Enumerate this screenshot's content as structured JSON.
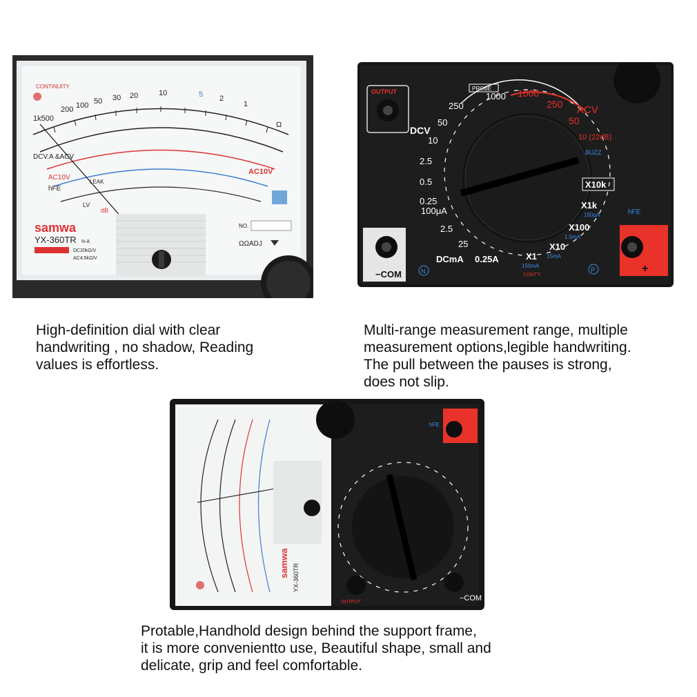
{
  "photo1": {
    "continuity": "CONTINUITY",
    "scale_top": [
      "1k500",
      "200",
      "100",
      "50",
      "30",
      "20",
      "10",
      "5",
      "2",
      "1",
      "Ω"
    ],
    "dcv_label": "DCV.A\n&ACV",
    "ac10v": "AC10V",
    "hfe": "hFE",
    "leak": "LEAK",
    "lv": "LV",
    "db": "dB",
    "brand": "samwa",
    "model": "YX-360TR",
    "model_suffix": "N-A",
    "spec1": "DC20kΩ/V",
    "spec2": "AC4.5kΩ/V",
    "no_label": "NO.",
    "ohm_adj": "ΩΩADJ"
  },
  "photo2": {
    "output": "OUTPUT",
    "probe": "PROBE",
    "dcv": "DCV",
    "acv": "ACV",
    "buzz": "BUZZ",
    "x10k": "X10k",
    "x1k": "X1k",
    "x1k_sub": "150μA",
    "x100": "X100",
    "x100_sub": "1.5mA",
    "x10": "X10",
    "x10_sub": "15mA",
    "x1": "X1",
    "x1_sub": "150mA",
    "contv": "CONT'Y",
    "dcma": "DCmA",
    "a025": "0.25A",
    "hfe": "hFE",
    "com": "−COM",
    "n": "N",
    "p": "P",
    "plus": "+",
    "acv_values": [
      "1000",
      "250",
      "50",
      "10 (22dB)"
    ],
    "dcv_values": [
      "1000",
      "250",
      "50",
      "10",
      "2.5",
      "0.5",
      "0.25",
      "100μA",
      "2.5",
      "25"
    ]
  },
  "photo3": {
    "brand": "samwa",
    "model": "YX-360TR",
    "hfe": "hFE",
    "com": "−COM",
    "output": "OUTPUT"
  },
  "captions": {
    "c1": [
      "High-definition dial with clear",
      "handwriting , no shadow, Reading",
      "values is effortless."
    ],
    "c2": [
      "Multi-range measurement range, multiple",
      "measurement options,legible handwriting.",
      "The pull between the pauses is strong,",
      "does not slip."
    ],
    "c3": [
      "Protable,Handhold design behind the support frame,",
      "it is more convenientto use, Beautiful shape, small and",
      "delicate, grip and feel comfortable."
    ]
  },
  "colors": {
    "red": "#e8322a",
    "blue": "#2a6fd6",
    "body": "#1c1c1c"
  }
}
